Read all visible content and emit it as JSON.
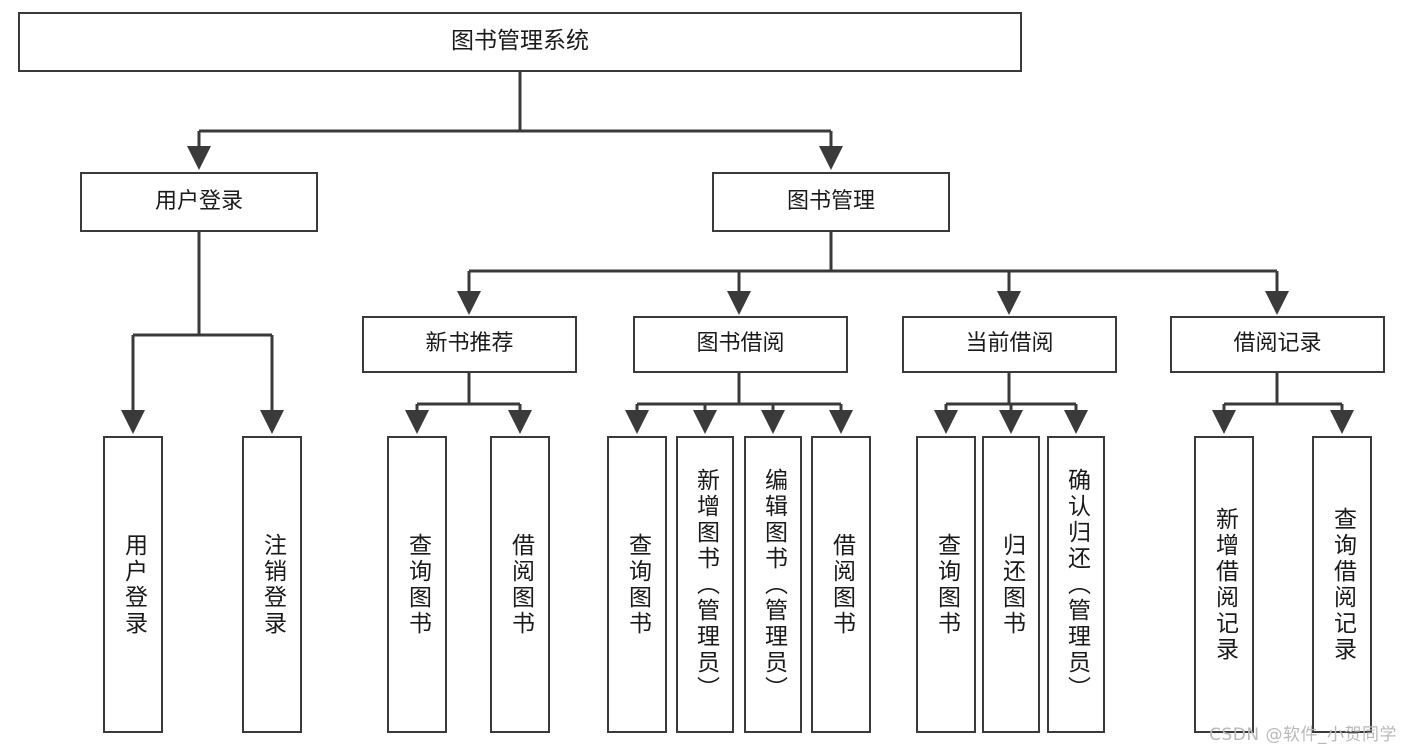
{
  "diagram": {
    "title": "图书管理系统",
    "root": {
      "id": "root",
      "label": "图书管理系统"
    },
    "level1": [
      {
        "id": "user-login",
        "label": "用户登录"
      },
      {
        "id": "book-manage",
        "label": "图书管理"
      }
    ],
    "level2": [
      {
        "id": "new-book-recommend",
        "label": "新书推荐"
      },
      {
        "id": "book-borrow",
        "label": "图书借阅"
      },
      {
        "id": "current-borrow",
        "label": "当前借阅"
      },
      {
        "id": "borrow-record",
        "label": "借阅记录"
      }
    ],
    "leaves": {
      "user_login": [
        {
          "id": "leaf-user-login",
          "label": "用户登录"
        },
        {
          "id": "leaf-user-logout",
          "label": "注销登录"
        }
      ],
      "new_book_recommend": [
        {
          "id": "leaf-query-book-1",
          "label": "查询图书"
        },
        {
          "id": "leaf-borrow-book-1",
          "label": "借阅图书"
        }
      ],
      "book_borrow": [
        {
          "id": "leaf-query-book-2",
          "label": "查询图书"
        },
        {
          "id": "leaf-add-book",
          "label": "新增图书（管理员）"
        },
        {
          "id": "leaf-edit-book",
          "label": "编辑图书（管理员）"
        },
        {
          "id": "leaf-borrow-book-2",
          "label": "借阅图书"
        }
      ],
      "current_borrow": [
        {
          "id": "leaf-query-book-3",
          "label": "查询图书"
        },
        {
          "id": "leaf-return-book",
          "label": "归还图书"
        },
        {
          "id": "leaf-confirm-return",
          "label": "确认归还（管理员）"
        }
      ],
      "borrow_record": [
        {
          "id": "leaf-add-record",
          "label": "新增借阅记录"
        },
        {
          "id": "leaf-query-record",
          "label": "查询借阅记录"
        }
      ]
    }
  },
  "watermark": {
    "text": "CSDN @软件_小贺同学"
  },
  "colors": {
    "stroke": "#3a3a3a",
    "background": "#ffffff",
    "text": "#1a1a1a",
    "watermark": "#b9b9b9"
  }
}
